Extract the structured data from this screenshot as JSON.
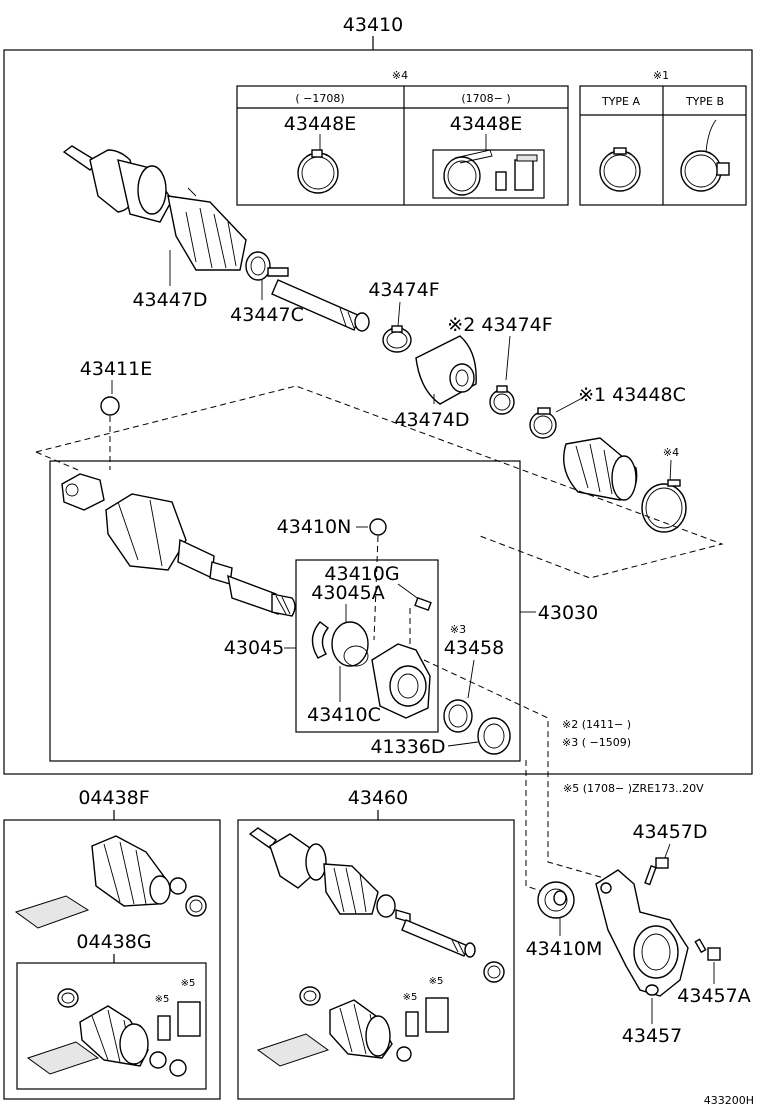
{
  "labels": {
    "top_assembly": "43410",
    "note4_mark": "※4",
    "note1_mark": "※1",
    "range_early": "(    −1708)",
    "range_late": "(1708−     )",
    "boot_band_a": "43448E",
    "boot_band_b": "43448E",
    "type_a": "TYPE A",
    "type_b": "TYPE B",
    "outer_boot": "43447D",
    "outer_band": "43447C",
    "damper_band_a": "43474F",
    "damper_band_b": "※2 43474F",
    "damper": "43474D",
    "inner_band_c": "※1 43448C",
    "band_mark4": "※4",
    "snap_ring": "43411E",
    "clip_n": "43410N",
    "pin_g": "43410G",
    "bearing_a": "43045A",
    "bearing_assy": "43045",
    "bracket_assy": "43030",
    "seal_mark": "※3",
    "seal": "43458",
    "ring_c": "43410C",
    "deflector": "41336D",
    "note2": "※2 (1411−      )",
    "note3": "※3 (     −1509)",
    "note5": "※5 (1708−      )ZRE173..20V",
    "kit_f": "04438F",
    "kit_g": "04438G",
    "shaft_assy": "43460",
    "mark5_a": "※5",
    "mark5_b": "※5",
    "mark5_c": "※5",
    "mark5_d": "※5",
    "bolt": "43457D",
    "bearing_m": "43410M",
    "bolt_a": "43457A",
    "bracket": "43457",
    "figure_code": "433200H"
  }
}
